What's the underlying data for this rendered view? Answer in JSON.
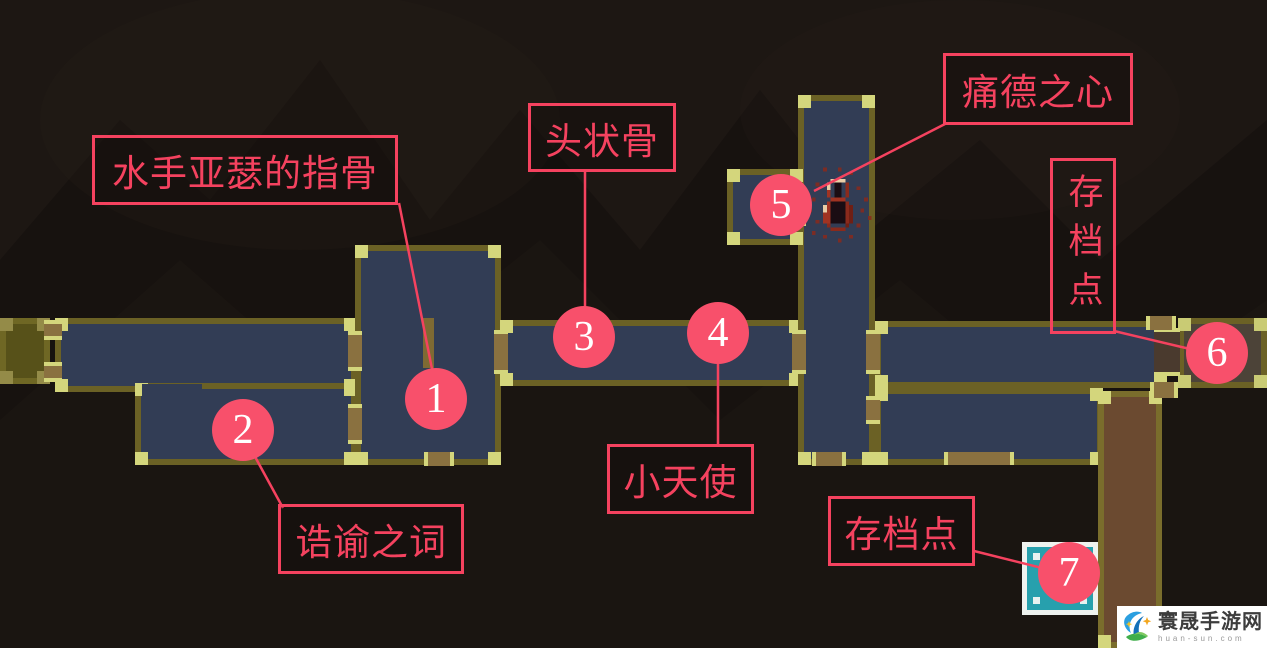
{
  "map": {
    "markers": [
      "1",
      "2",
      "3",
      "4",
      "5",
      "6",
      "7"
    ],
    "annotations": [
      {
        "id": "sailor-finger-bone",
        "text": "水手亚瑟的指骨"
      },
      {
        "id": "capitate-bone",
        "text": "头状骨"
      },
      {
        "id": "heart-of-pain",
        "text": "痛德之心"
      },
      {
        "id": "save-point-right",
        "text": "存档点"
      },
      {
        "id": "little-angel",
        "text": "小天使"
      },
      {
        "id": "oracle-words",
        "text": "诰谕之词"
      },
      {
        "id": "save-point-bottom",
        "text": "存档点"
      }
    ],
    "colors": {
      "annotation": "#f5425f",
      "marker_fill": "#f8506b",
      "room_fill": "#323d55",
      "wall": "#6b6125",
      "wall_bright": "#d4d67c",
      "door": "#8a7140",
      "zone_left_fill": "#575119",
      "zone_right_fill": "#4c4338",
      "zone_brown_fill": "#6b4a30",
      "save_icon_fill": "#27a0ad"
    }
  },
  "watermark": {
    "site_name": "寰晟手游网",
    "site_domain": "huan-sun.com"
  }
}
